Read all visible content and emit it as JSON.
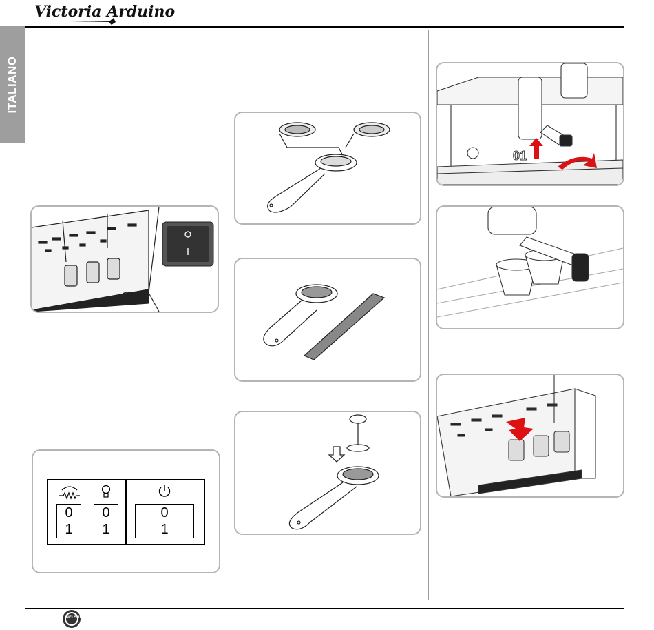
{
  "header": {
    "brand": "Victoria Arduino"
  },
  "sidebar": {
    "language": "ITALIANO"
  },
  "panels": {
    "switch_panel": {
      "power_symbol": "⏻",
      "switches": [
        {
          "name": "resistance",
          "top": "0",
          "bottom": "1"
        },
        {
          "name": "light",
          "top": "0",
          "bottom": "1"
        },
        {
          "name": "main",
          "top": "0",
          "bottom": "1"
        }
      ]
    },
    "power_switch": {
      "o_label": "O",
      "i_label": "I"
    },
    "brew_step": {
      "label": "01"
    }
  },
  "footer": {
    "badge_text": "INEI SRF"
  }
}
